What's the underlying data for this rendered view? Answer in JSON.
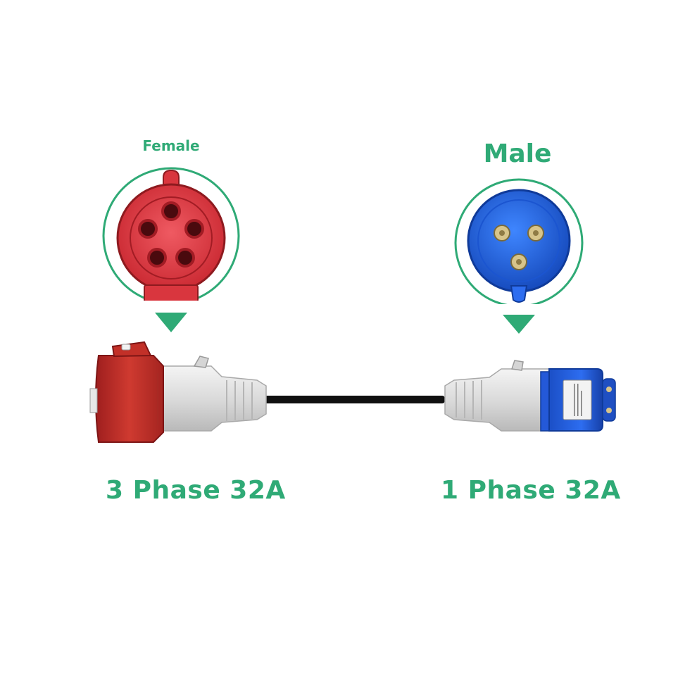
{
  "labels": {
    "female": "Female",
    "male": "Male",
    "left_spec": "3 Phase 32A",
    "right_spec": "1 Phase 32A"
  },
  "colors": {
    "accent_green": "#2faa76",
    "female_red": "#d9363e",
    "male_blue": "#1f5fcf",
    "housing_grey": "#e3e3e3",
    "cable_black": "#111111"
  },
  "icons": {
    "female_socket": "red-5-pin-socket-icon",
    "male_plug": "blue-3-pin-plug-icon",
    "arrow": "down-triangle-icon"
  }
}
